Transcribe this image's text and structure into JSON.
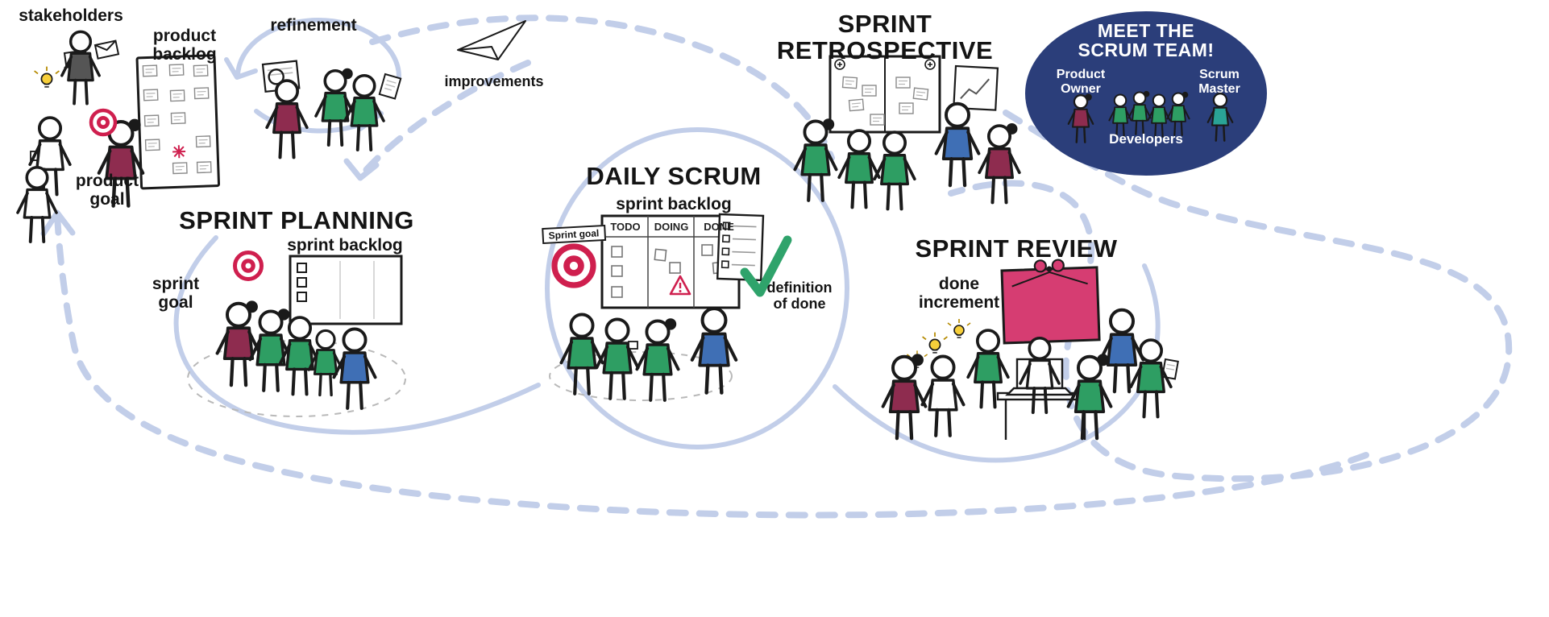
{
  "diagram": {
    "stakeholders": "stakeholders",
    "product_backlog": "product\nbacklog",
    "product_goal": "product\ngoal",
    "refinement": "refinement",
    "improvements": "improvements"
  },
  "sprint_planning": {
    "title": "SPRINT PLANNING",
    "board_label": "sprint backlog",
    "sprint_goal": "sprint\ngoal"
  },
  "daily_scrum": {
    "title": "DAILY SCRUM",
    "board_label": "sprint backlog",
    "columns": [
      "TODO",
      "DOING",
      "DONE"
    ],
    "goal_badge": "Sprint goal",
    "definition_of_done": "definition\nof done"
  },
  "sprint_retrospective": {
    "title": "SPRINT\nRETROSPECTIVE"
  },
  "sprint_review": {
    "title": "SPRINT REVIEW",
    "increment": "done\nincrement"
  },
  "scrum_team": {
    "title": "MEET THE\nSCRUM TEAM!",
    "product_owner": "Product\nOwner",
    "scrum_master": "Scrum\nMaster",
    "developers": "Developers"
  },
  "colors": {
    "loop": "#c2cee9",
    "navy": "#2b3e7a",
    "green": "#2e9e63",
    "teal": "#2aa396",
    "maroon": "#8e2c4f",
    "blue": "#3f6fb5",
    "pink": "#d63d72",
    "red": "#cf1f4e",
    "check_green": "#2fa36b",
    "bulb_yellow": "#f7cf3a",
    "ink": "#1a1a1a"
  }
}
